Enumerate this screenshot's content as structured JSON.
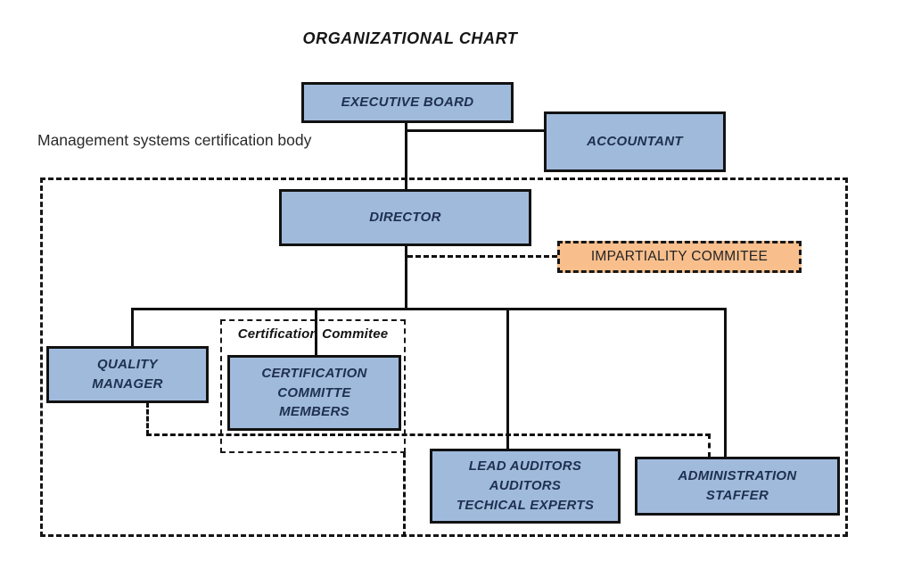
{
  "title": "ORGANIZATIONAL CHART",
  "subtitle": "Management systems certification body",
  "nodes": {
    "executive_board": {
      "lines": [
        "EXECUTIVE BOARD"
      ]
    },
    "accountant": {
      "lines": [
        "ACCOUNTANT"
      ]
    },
    "director": {
      "lines": [
        "DIRECTOR"
      ]
    },
    "impartiality_commitee": {
      "label": "IMPARTIALITY COMMITEE"
    },
    "quality_manager": {
      "lines": [
        "QUALITY",
        "MANAGER"
      ]
    },
    "certification_members": {
      "lines": [
        "CERTIFICATION",
        "COMMITTE",
        "MEMBERS"
      ]
    },
    "lead_auditors": {
      "lines": [
        "LEAD AUDITORS",
        "AUDITORS",
        "TECHICAL EXPERTS"
      ]
    },
    "administration_staffer": {
      "lines": [
        "ADMINISTRATION",
        "STAFFER"
      ]
    }
  },
  "groups": {
    "certification_commitee": {
      "label": "Certification Commitee"
    }
  },
  "colors": {
    "node-fill": "#A0BADC",
    "node-border": "#121212",
    "node-text": "#1E3050",
    "accent-fill": "#F8BF8D"
  }
}
